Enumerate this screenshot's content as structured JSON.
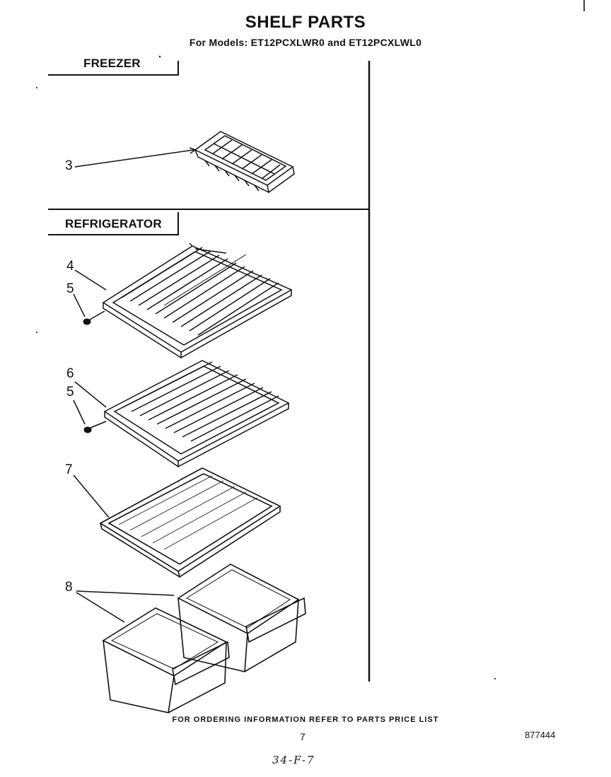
{
  "header": {
    "title": "SHELF PARTS",
    "subtitle": "For Models: ET12PCXLWR0 and ET12PCXLWL0"
  },
  "sections": {
    "freezer": "FREEZER",
    "refrigerator": "REFRIGERATOR"
  },
  "callouts": {
    "ice_tray": "3",
    "shelf_upper": "4",
    "screw_upper": "5",
    "shelf_lower": "6",
    "screw_lower": "5",
    "glass_shelf": "7",
    "crisper": "8"
  },
  "footer": {
    "ordering_note": "FOR ORDERING INFORMATION REFER TO PARTS PRICE LIST",
    "page_number": "7",
    "doc_number": "877444",
    "handwritten": "34-F-7"
  }
}
